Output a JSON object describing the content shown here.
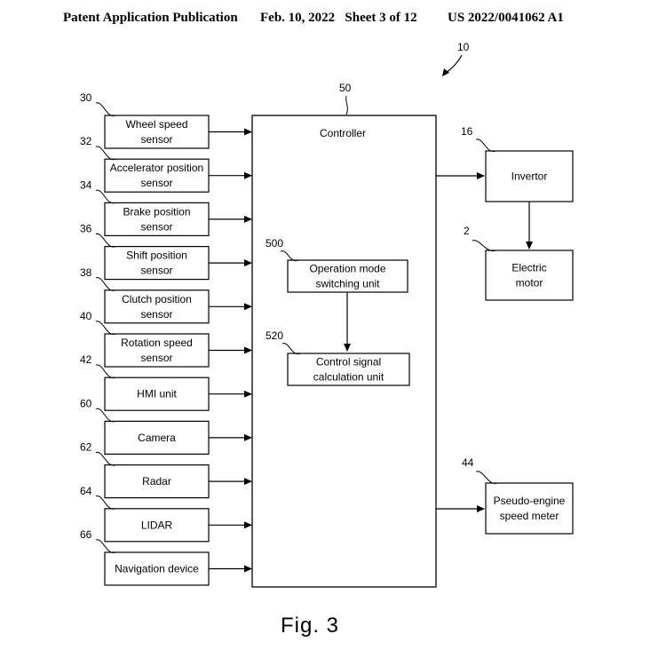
{
  "header": {
    "publication": "Patent Application Publication",
    "date_sheet": "Feb. 10, 2022   Sheet 3 of 12",
    "number": "US 2022/0041062 A1"
  },
  "figure_label": "Fig. 3",
  "overall_ref": "10",
  "controller": {
    "ref": "50",
    "label": "Controller"
  },
  "inputs": [
    {
      "ref": "30",
      "lines": [
        "Wheel speed",
        "sensor"
      ]
    },
    {
      "ref": "32",
      "lines": [
        "Accelerator position",
        "sensor"
      ]
    },
    {
      "ref": "34",
      "lines": [
        "Brake position",
        "sensor"
      ]
    },
    {
      "ref": "36",
      "lines": [
        "Shift position",
        "sensor"
      ]
    },
    {
      "ref": "38",
      "lines": [
        "Clutch position",
        "sensor"
      ]
    },
    {
      "ref": "40",
      "lines": [
        "Rotation speed",
        "sensor"
      ]
    },
    {
      "ref": "42",
      "lines": [
        "HMI unit"
      ]
    },
    {
      "ref": "60",
      "lines": [
        "Camera"
      ]
    },
    {
      "ref": "62",
      "lines": [
        "Radar"
      ]
    },
    {
      "ref": "64",
      "lines": [
        "LIDAR"
      ]
    },
    {
      "ref": "66",
      "lines": [
        "Navigation device"
      ]
    }
  ],
  "internal_units": [
    {
      "ref": "500",
      "lines": [
        "Operation mode",
        "switching unit"
      ]
    },
    {
      "ref": "520",
      "lines": [
        "Control signal",
        "calculation unit"
      ]
    }
  ],
  "outputs": [
    {
      "ref": "16",
      "lines": [
        "Invertor"
      ]
    },
    {
      "ref": "2",
      "lines": [
        "Electric",
        "motor"
      ]
    },
    {
      "ref": "44",
      "lines": [
        "Pseudo-engine",
        "speed meter"
      ]
    }
  ]
}
